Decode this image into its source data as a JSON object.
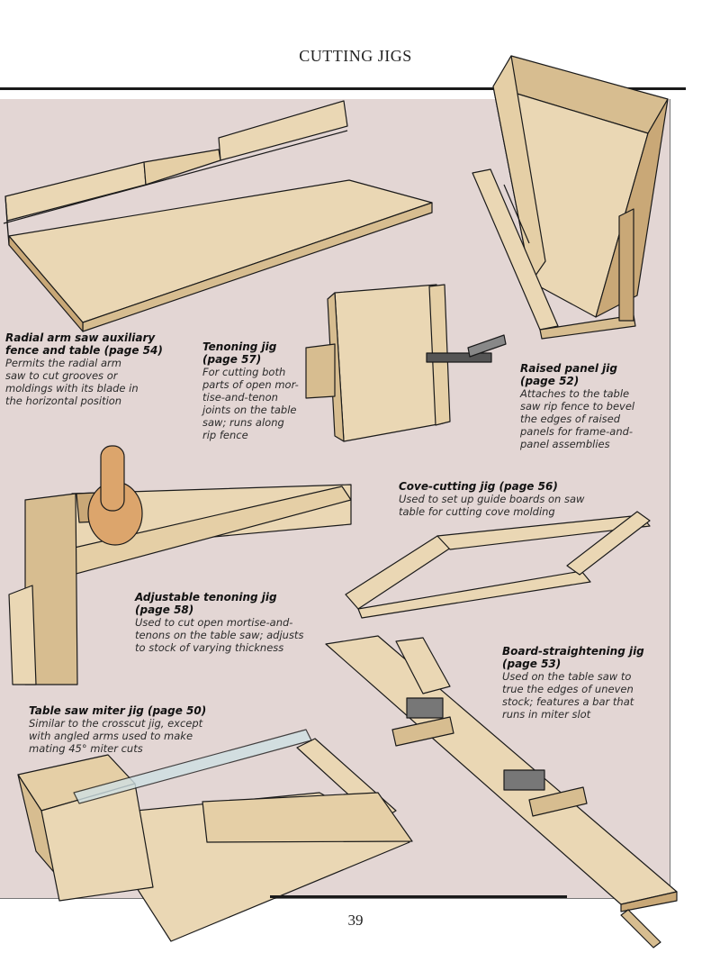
{
  "header": {
    "title": "CUTTING JIGS"
  },
  "page_number": "39",
  "captions": {
    "radial": {
      "title": [
        "Radial arm saw auxiliary",
        "fence and table (page 54)"
      ],
      "desc": [
        "Permits the radial arm",
        "saw to cut grooves or",
        "moldings with its blade in",
        "the horizontal position"
      ]
    },
    "tenoning": {
      "title": [
        "Tenoning jig",
        "(page 57)"
      ],
      "desc": [
        "For cutting both",
        "parts of open mor-",
        "tise-and-tenon",
        "joints on the table",
        "saw; runs along",
        "rip fence"
      ]
    },
    "raised_panel": {
      "title": [
        "Raised panel jig",
        "(page 52)"
      ],
      "desc": [
        "Attaches to the table",
        "saw rip fence to bevel",
        "the edges of raised",
        "panels for frame-and-",
        "panel assemblies"
      ]
    },
    "cove": {
      "title": [
        "Cove-cutting jig (page 56)"
      ],
      "desc": [
        "Used to set up guide boards on saw",
        "table for cutting cove molding"
      ]
    },
    "adjustable": {
      "title": [
        "Adjustable tenoning jig",
        "(page 58)"
      ],
      "desc": [
        "Used to cut open mortise-and-",
        "tenons on the table saw; adjusts",
        "to stock of varying thickness"
      ]
    },
    "board": {
      "title": [
        "Board-straightening jig",
        "(page 53)"
      ],
      "desc": [
        "Used on the table saw to",
        "true the edges of uneven",
        "stock; features a bar that",
        "runs in miter slot"
      ]
    },
    "miter": {
      "title": [
        "Table saw miter jig (page 50)"
      ],
      "desc": [
        "Similar to the crosscut jig, except",
        "with angled arms used to make",
        "mating 45° miter cuts"
      ]
    }
  },
  "colors": {
    "panel": "#e3d6d4",
    "wood": "#ead7b4",
    "wood_dark": "#d7bd90",
    "wood_edge": "#c9a877",
    "ink": "#1a1a1a"
  }
}
